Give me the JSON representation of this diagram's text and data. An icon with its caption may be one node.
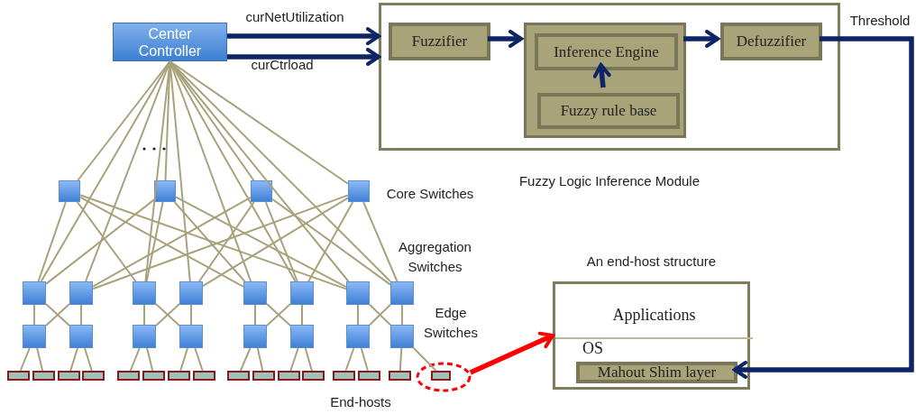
{
  "diagram": {
    "nodes": [
      {
        "text": [
          "Center Controller"
        ]
      },
      {
        "text": [
          "Fuzzy Logic Inference Module"
        ]
      },
      {
        "text": [
          "Fuzzifier"
        ],
        "in": 1
      },
      {
        "text": [],
        "shape": "box",
        "in": 1
      },
      {
        "text": [
          "Inference Engine"
        ],
        "in": 3
      },
      {
        "text": [
          "Defuzzifier"
        ],
        "in": 1
      },
      {
        "text": [
          "Fuzzy rule base"
        ],
        "in": 3
      },
      {
        "text": [],
        "shape": "box"
      },
      {
        "text": [],
        "shape": "box"
      },
      {
        "text": [],
        "shape": "box"
      },
      {
        "text": [],
        "shape": "box"
      },
      {
        "text": [],
        "shape": "box"
      },
      {
        "text": [],
        "shape": "box"
      },
      {
        "text": [],
        "shape": "box"
      },
      {
        "text": [],
        "shape": "box"
      },
      {
        "text": [],
        "shape": "box"
      },
      {
        "text": [],
        "shape": "box"
      },
      {
        "text": [],
        "shape": "box"
      },
      {
        "text": [],
        "shape": "box"
      },
      {
        "text": [],
        "shape": "box"
      },
      {
        "text": [],
        "shape": "box"
      },
      {
        "text": [],
        "shape": "box"
      },
      {
        "text": [],
        "shape": "box"
      },
      {
        "text": [],
        "shape": "box"
      },
      {
        "text": [],
        "shape": "box"
      },
      {
        "text": [],
        "shape": "box"
      },
      {
        "text": [],
        "shape": "box"
      },
      {
        "text": [],
        "shape": "bar"
      },
      {
        "text": [],
        "shape": "bar"
      },
      {
        "text": [],
        "shape": "bar"
      },
      {
        "text": [],
        "shape": "bar"
      },
      {
        "text": [],
        "shape": "bar"
      },
      {
        "text": [],
        "shape": "bar"
      },
      {
        "text": [],
        "shape": "bar"
      },
      {
        "text": [],
        "shape": "bar"
      },
      {
        "text": [],
        "shape": "bar"
      },
      {
        "text": [],
        "shape": "bar"
      },
      {
        "text": [],
        "shape": "bar"
      },
      {
        "text": [],
        "shape": "bar"
      },
      {
        "text": [],
        "shape": "bar"
      },
      {
        "text": [],
        "shape": "bar"
      },
      {
        "text": [],
        "shape": "bar"
      },
      {
        "text": [],
        "shape": "circle"
      },
      {
        "text": [],
        "shape": "bar",
        "in": 42
      },
      {
        "text": [
          "An end-host structure"
        ]
      },
      {
        "text": [
          "Applications"
        ],
        "in": 44
      },
      {
        "text": [
          "OS"
        ],
        "in": 44
      },
      {
        "text": [
          "Mahout Shim layer"
        ],
        "in": 46
      }
    ],
    "edges": [
      {
        "from": 0,
        "to": 1,
        "arrow": "to",
        "label": "curNetUtilization",
        "style": "thick",
        "color": "#0d2566"
      },
      {
        "from": 0,
        "to": 1,
        "arrow": "to",
        "label": "curCtrload",
        "style": "thick",
        "color": "#0d2566"
      },
      {
        "from": 2,
        "to": 3,
        "arrow": "to",
        "style": "thick",
        "color": "#0d2566"
      },
      {
        "from": 6,
        "to": 4,
        "arrow": "to",
        "style": "thick",
        "color": "#0d2566"
      },
      {
        "from": 3,
        "to": 5,
        "arrow": "to",
        "style": "thick",
        "color": "#0d2566"
      },
      {
        "from": 5,
        "to": 47,
        "arrow": "to",
        "label": "Threshold",
        "style": "thick",
        "color": "#0d2566"
      },
      {
        "from": 42,
        "to": 44,
        "arrow": "to",
        "style": "thick",
        "color": "#ff0000"
      },
      {
        "from": 0,
        "to": 7,
        "arrow": "none"
      },
      {
        "from": 0,
        "to": 8,
        "arrow": "none"
      },
      {
        "from": 0,
        "to": 9,
        "arrow": "none"
      },
      {
        "from": 0,
        "to": 10,
        "arrow": "none"
      },
      {
        "from": 0,
        "to": 11,
        "arrow": "none"
      },
      {
        "from": 0,
        "to": 12,
        "arrow": "none"
      },
      {
        "from": 0,
        "to": 13,
        "arrow": "none"
      },
      {
        "from": 0,
        "to": 14,
        "arrow": "none"
      },
      {
        "from": 0,
        "to": 15,
        "arrow": "none"
      },
      {
        "from": 0,
        "to": 16,
        "arrow": "none"
      },
      {
        "from": 0,
        "to": 17,
        "arrow": "none"
      },
      {
        "from": 0,
        "to": 18,
        "arrow": "none"
      },
      {
        "from": 7,
        "to": 11,
        "arrow": "none"
      },
      {
        "from": 7,
        "to": 13,
        "arrow": "none"
      },
      {
        "from": 7,
        "to": 15,
        "arrow": "none"
      },
      {
        "from": 7,
        "to": 17,
        "arrow": "none"
      },
      {
        "from": 8,
        "to": 11,
        "arrow": "none"
      },
      {
        "from": 8,
        "to": 13,
        "arrow": "none"
      },
      {
        "from": 8,
        "to": 15,
        "arrow": "none"
      },
      {
        "from": 8,
        "to": 17,
        "arrow": "none"
      },
      {
        "from": 9,
        "to": 12,
        "arrow": "none"
      },
      {
        "from": 9,
        "to": 14,
        "arrow": "none"
      },
      {
        "from": 9,
        "to": 16,
        "arrow": "none"
      },
      {
        "from": 9,
        "to": 18,
        "arrow": "none"
      },
      {
        "from": 10,
        "to": 12,
        "arrow": "none"
      },
      {
        "from": 10,
        "to": 14,
        "arrow": "none"
      },
      {
        "from": 10,
        "to": 16,
        "arrow": "none"
      },
      {
        "from": 10,
        "to": 18,
        "arrow": "none"
      },
      {
        "from": 11,
        "to": 19,
        "arrow": "none"
      },
      {
        "from": 11,
        "to": 20,
        "arrow": "none"
      },
      {
        "from": 12,
        "to": 19,
        "arrow": "none"
      },
      {
        "from": 12,
        "to": 20,
        "arrow": "none"
      },
      {
        "from": 13,
        "to": 21,
        "arrow": "none"
      },
      {
        "from": 13,
        "to": 22,
        "arrow": "none"
      },
      {
        "from": 14,
        "to": 21,
        "arrow": "none"
      },
      {
        "from": 14,
        "to": 22,
        "arrow": "none"
      },
      {
        "from": 15,
        "to": 23,
        "arrow": "none"
      },
      {
        "from": 15,
        "to": 24,
        "arrow": "none"
      },
      {
        "from": 16,
        "to": 23,
        "arrow": "none"
      },
      {
        "from": 16,
        "to": 24,
        "arrow": "none"
      },
      {
        "from": 17,
        "to": 25,
        "arrow": "none"
      },
      {
        "from": 17,
        "to": 26,
        "arrow": "none"
      },
      {
        "from": 18,
        "to": 25,
        "arrow": "none"
      },
      {
        "from": 18,
        "to": 26,
        "arrow": "none"
      },
      {
        "from": 19,
        "to": 27,
        "arrow": "none"
      },
      {
        "from": 19,
        "to": 28,
        "arrow": "none"
      },
      {
        "from": 20,
        "to": 29,
        "arrow": "none"
      },
      {
        "from": 20,
        "to": 30,
        "arrow": "none"
      },
      {
        "from": 21,
        "to": 31,
        "arrow": "none"
      },
      {
        "from": 21,
        "to": 32,
        "arrow": "none"
      },
      {
        "from": 22,
        "to": 33,
        "arrow": "none"
      },
      {
        "from": 22,
        "to": 34,
        "arrow": "none"
      },
      {
        "from": 23,
        "to": 35,
        "arrow": "none"
      },
      {
        "from": 23,
        "to": 36,
        "arrow": "none"
      },
      {
        "from": 24,
        "to": 37,
        "arrow": "none"
      },
      {
        "from": 24,
        "to": 38,
        "arrow": "none"
      },
      {
        "from": 25,
        "to": 39,
        "arrow": "none"
      },
      {
        "from": 25,
        "to": 40,
        "arrow": "none"
      },
      {
        "from": 26,
        "to": 41,
        "arrow": "none"
      },
      {
        "from": 26,
        "to": 43,
        "arrow": "none"
      }
    ],
    "labels": [
      "Core Switches",
      "Aggregation Switches",
      "Edge Switches",
      "End-hosts"
    ]
  }
}
